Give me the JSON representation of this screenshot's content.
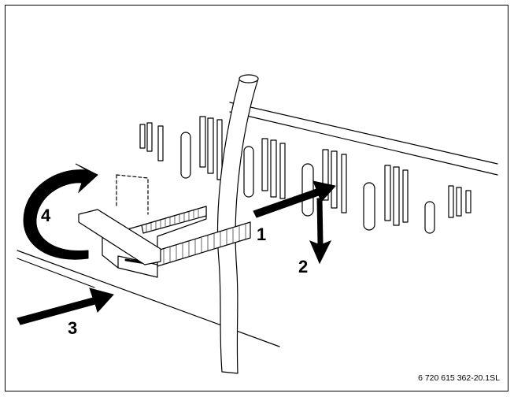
{
  "figure": {
    "callouts": {
      "one": "1",
      "two": "2",
      "three": "3",
      "four": "4"
    },
    "reference_code": "6 720 615 362-20.1SL",
    "colors": {
      "line": "#000000",
      "background": "#ffffff"
    }
  }
}
